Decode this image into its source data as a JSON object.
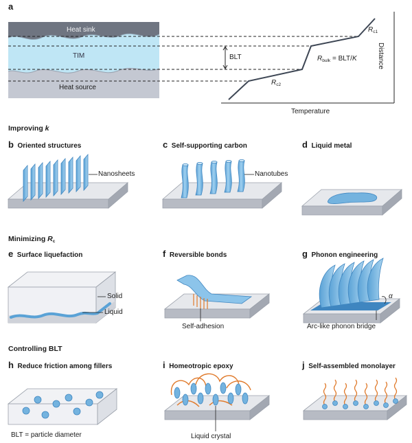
{
  "panel_a": {
    "letter": "a",
    "heat_sink": "Heat sink",
    "tim": "TIM",
    "heat_source": "Heat source",
    "blt": "BLT",
    "rc1_main": "R",
    "rc1_sub": "c1",
    "rbulk_main": "R",
    "rbulk_sub": "bulk",
    "rbulk_eq": " = BLT/",
    "rbulk_k": "K",
    "rc2_main": "R",
    "rc2_sub": "c2",
    "temperature": "Temperature",
    "distance": "Distance"
  },
  "sections": {
    "improving_prefix": "Improving ",
    "improving_k": "k",
    "minimizing_prefix": "Minimizing ",
    "minimizing_r": "R",
    "minimizing_sub": "c",
    "controlling": "Controlling BLT"
  },
  "panels": {
    "b": {
      "letter": "b",
      "title": "Oriented structures",
      "label": "Nanosheets"
    },
    "c": {
      "letter": "c",
      "title": "Self-supporting carbon",
      "label": "Nanotubes"
    },
    "d": {
      "letter": "d",
      "title": "Liquid metal"
    },
    "e": {
      "letter": "e",
      "title": "Surface liquefaction",
      "label_solid": "Solid",
      "label_liquid": "Liquid"
    },
    "f": {
      "letter": "f",
      "title": "Reversible bonds",
      "label": "Self-adhesion"
    },
    "g": {
      "letter": "g",
      "title": "Phonon engineering",
      "label": "Arc-like phonon bridge",
      "alpha": "α"
    },
    "h": {
      "letter": "h",
      "title": "Reduce friction among fillers",
      "label": "BLT = particle diameter"
    },
    "i": {
      "letter": "i",
      "title": "Homeotropic epoxy",
      "label": "Liquid crystal"
    },
    "j": {
      "letter": "j",
      "title": "Self-assembled monolayer"
    }
  },
  "colors": {
    "heat_sink": "#6f7581",
    "tim": "#bfe6f5",
    "heat_source": "#c4c8d2",
    "blue": "#74b3df",
    "blue_dark": "#3f86c0",
    "orange": "#e07a2b",
    "slab_top": "#e6e8ec",
    "slab_side": "#b7bbc4"
  }
}
